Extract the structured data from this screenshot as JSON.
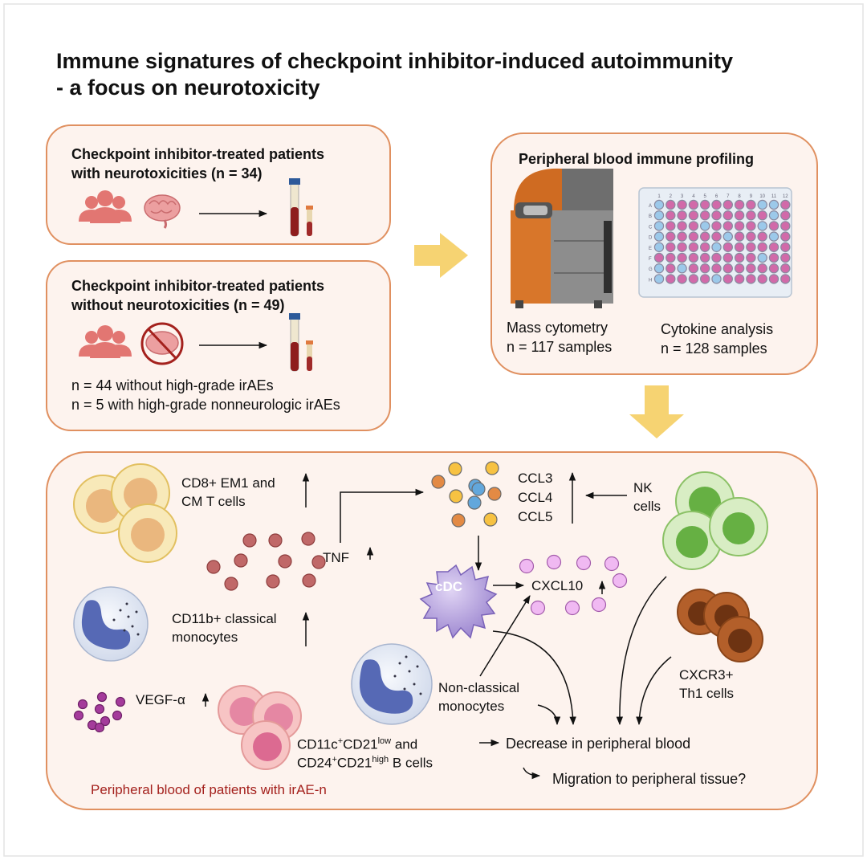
{
  "title_line1": "Immune signatures of checkpoint inhibitor-induced autoimmunity",
  "title_line2": "- a focus on neurotoxicity",
  "cohort_with": {
    "heading_line1": "Checkpoint inhibitor-treated patients",
    "heading_line2": "with neurotoxicities (n = 34)"
  },
  "cohort_without": {
    "heading_line1": "Checkpoint inhibitor-treated patients",
    "heading_line2": "without neurotoxicities (n = 49)",
    "detail1": "n = 44 without high-grade irAEs",
    "detail2": "n = 5 with high-grade nonneurologic irAEs"
  },
  "profiling": {
    "heading": "Peripheral blood immune profiling",
    "mass_label": "Mass cytometry",
    "mass_n": "n = 117 samples",
    "cyto_label": "Cytokine analysis",
    "cyto_n": "n = 128 samples",
    "plate_columns": [
      "1",
      "2",
      "3",
      "4",
      "5",
      "6",
      "7",
      "8",
      "9",
      "10",
      "11",
      "12"
    ],
    "plate_rows": [
      "A",
      "B",
      "C",
      "D",
      "E",
      "F",
      "G",
      "H"
    ]
  },
  "findings": {
    "cd8_line1": "CD8+ EM1 and",
    "cd8_line2": "CM T cells",
    "tnf": "TNF",
    "cd11b_line1": "CD11b+ classical",
    "cd11b_line2": "monocytes",
    "vegf": "VEGF-α",
    "bcell_line1_a": "CD11c",
    "bcell_line1_b": "+",
    "bcell_line1_c": "CD21",
    "bcell_line1_d": "low",
    "bcell_line1_e": " and",
    "bcell_line2_a": "CD24",
    "bcell_line2_b": "+",
    "bcell_line2_c": "CD21",
    "bcell_line2_d": "high",
    "bcell_line2_e": " B cells",
    "ccl3": "CCL3",
    "ccl4": "CCL4",
    "ccl5": "CCL5",
    "nk_line1": "NK",
    "nk_line2": "cells",
    "cdc": "cDC",
    "cxcl10": "CXCL10",
    "ncm_line1": "Non-classical",
    "ncm_line2": "monocytes",
    "cxcr3_line1": "CXCR3+",
    "cxcr3_line2": "Th1 cells",
    "decrease": "Decrease in peripheral blood",
    "migration": "Migration to peripheral tissue?",
    "footer": "Peripheral blood of patients with irAE-n"
  },
  "colors": {
    "box_fill": "#fdf3ee",
    "box_stroke": "#e09060",
    "arrow_yellow": "#f6d372",
    "footer_red": "#a4211d",
    "people_red": "#e27672"
  }
}
